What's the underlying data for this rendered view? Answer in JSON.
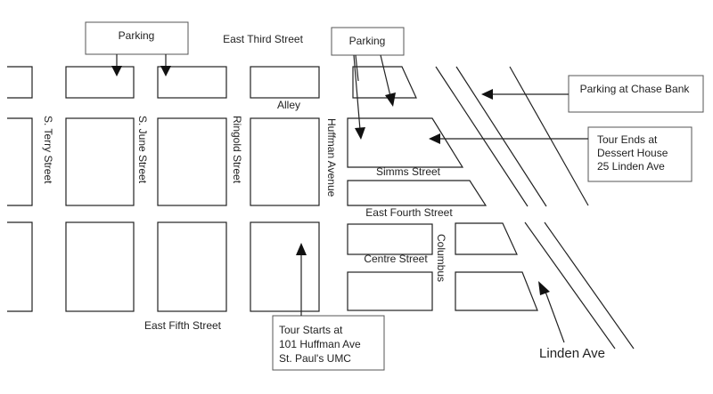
{
  "streets": {
    "east_third": "East Third Street",
    "alley": "Alley",
    "s_terry": "S. Terry Street",
    "s_june": "S. June Street",
    "ringold": "Ringold Street",
    "huffman": "Huffman Avenue",
    "simms": "Simms Street",
    "east_fourth": "East Fourth Street",
    "centre": "Centre Street",
    "columbus": "Columbus",
    "east_fifth": "East Fifth Street"
  },
  "callouts": {
    "parking_left": "Parking",
    "parking_right": "Parking",
    "parking_chase": "Parking at Chase Bank",
    "tour_ends": [
      "Tour Ends at",
      "Dessert House",
      "25 Linden Ave"
    ],
    "tour_starts": [
      "Tour Starts at",
      "101 Huffman Ave",
      "St. Paul's UMC"
    ]
  },
  "linden_label": "Linden Ave"
}
